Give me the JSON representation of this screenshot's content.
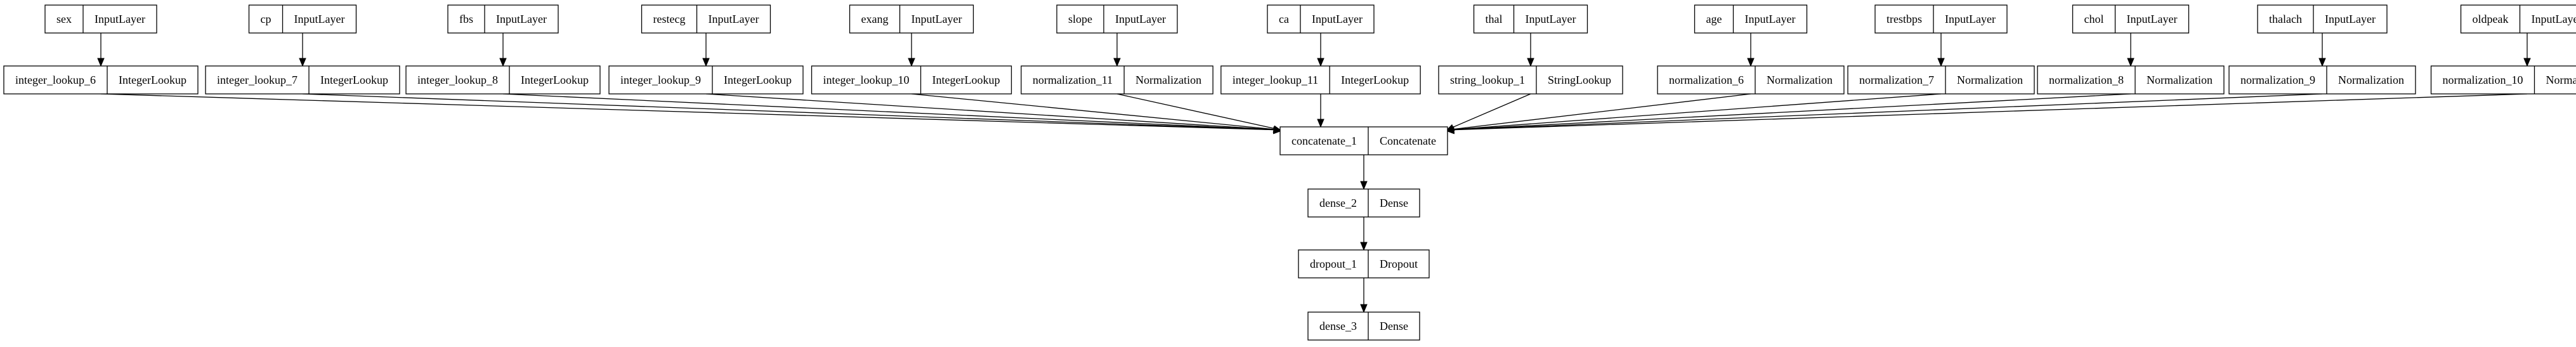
{
  "nodes": [
    {
      "id": "sex",
      "name": "sex",
      "type": "InputLayer"
    },
    {
      "id": "cp",
      "name": "cp",
      "type": "InputLayer"
    },
    {
      "id": "fbs",
      "name": "fbs",
      "type": "InputLayer"
    },
    {
      "id": "restecg",
      "name": "restecg",
      "type": "InputLayer"
    },
    {
      "id": "exang",
      "name": "exang",
      "type": "InputLayer"
    },
    {
      "id": "slope",
      "name": "slope",
      "type": "InputLayer"
    },
    {
      "id": "ca",
      "name": "ca",
      "type": "InputLayer"
    },
    {
      "id": "thal",
      "name": "thal",
      "type": "InputLayer"
    },
    {
      "id": "age",
      "name": "age",
      "type": "InputLayer"
    },
    {
      "id": "trestbps",
      "name": "trestbps",
      "type": "InputLayer"
    },
    {
      "id": "chol",
      "name": "chol",
      "type": "InputLayer"
    },
    {
      "id": "thalach",
      "name": "thalach",
      "type": "InputLayer"
    },
    {
      "id": "oldpeak",
      "name": "oldpeak",
      "type": "InputLayer"
    },
    {
      "id": "integer_lookup_6",
      "name": "integer_lookup_6",
      "type": "IntegerLookup"
    },
    {
      "id": "integer_lookup_7",
      "name": "integer_lookup_7",
      "type": "IntegerLookup"
    },
    {
      "id": "integer_lookup_8",
      "name": "integer_lookup_8",
      "type": "IntegerLookup"
    },
    {
      "id": "integer_lookup_9",
      "name": "integer_lookup_9",
      "type": "IntegerLookup"
    },
    {
      "id": "integer_lookup_10",
      "name": "integer_lookup_10",
      "type": "IntegerLookup"
    },
    {
      "id": "normalization_11",
      "name": "normalization_11",
      "type": "Normalization"
    },
    {
      "id": "integer_lookup_11",
      "name": "integer_lookup_11",
      "type": "IntegerLookup"
    },
    {
      "id": "string_lookup_1",
      "name": "string_lookup_1",
      "type": "StringLookup"
    },
    {
      "id": "normalization_6",
      "name": "normalization_6",
      "type": "Normalization"
    },
    {
      "id": "normalization_7",
      "name": "normalization_7",
      "type": "Normalization"
    },
    {
      "id": "normalization_8",
      "name": "normalization_8",
      "type": "Normalization"
    },
    {
      "id": "normalization_9",
      "name": "normalization_9",
      "type": "Normalization"
    },
    {
      "id": "normalization_10",
      "name": "normalization_10",
      "type": "Normalization"
    },
    {
      "id": "concatenate_1",
      "name": "concatenate_1",
      "type": "Concatenate"
    },
    {
      "id": "dense_2",
      "name": "dense_2",
      "type": "Dense"
    },
    {
      "id": "dropout_1",
      "name": "dropout_1",
      "type": "Dropout"
    },
    {
      "id": "dense_3",
      "name": "dense_3",
      "type": "Dense"
    }
  ],
  "edges": [
    [
      "sex",
      "integer_lookup_6"
    ],
    [
      "cp",
      "integer_lookup_7"
    ],
    [
      "fbs",
      "integer_lookup_8"
    ],
    [
      "restecg",
      "integer_lookup_9"
    ],
    [
      "exang",
      "integer_lookup_10"
    ],
    [
      "slope",
      "normalization_11"
    ],
    [
      "ca",
      "integer_lookup_11"
    ],
    [
      "thal",
      "string_lookup_1"
    ],
    [
      "age",
      "normalization_6"
    ],
    [
      "trestbps",
      "normalization_7"
    ],
    [
      "chol",
      "normalization_8"
    ],
    [
      "thalach",
      "normalization_9"
    ],
    [
      "oldpeak",
      "normalization_10"
    ],
    [
      "integer_lookup_6",
      "concatenate_1"
    ],
    [
      "integer_lookup_7",
      "concatenate_1"
    ],
    [
      "integer_lookup_8",
      "concatenate_1"
    ],
    [
      "integer_lookup_9",
      "concatenate_1"
    ],
    [
      "integer_lookup_10",
      "concatenate_1"
    ],
    [
      "normalization_11",
      "concatenate_1"
    ],
    [
      "integer_lookup_11",
      "concatenate_1"
    ],
    [
      "string_lookup_1",
      "concatenate_1"
    ],
    [
      "normalization_6",
      "concatenate_1"
    ],
    [
      "normalization_7",
      "concatenate_1"
    ],
    [
      "normalization_8",
      "concatenate_1"
    ],
    [
      "normalization_9",
      "concatenate_1"
    ],
    [
      "normalization_10",
      "concatenate_1"
    ],
    [
      "concatenate_1",
      "dense_2"
    ],
    [
      "dense_2",
      "dropout_1"
    ],
    [
      "dropout_1",
      "dense_3"
    ]
  ]
}
